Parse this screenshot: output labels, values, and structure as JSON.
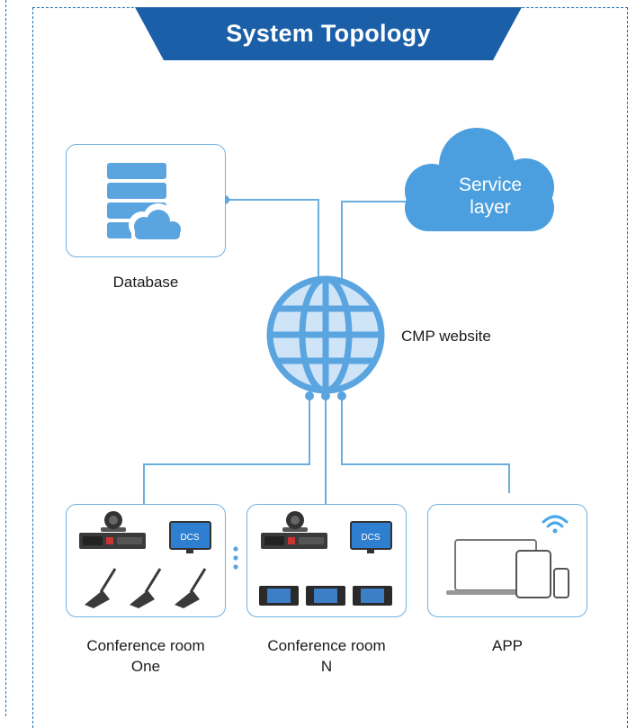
{
  "header": {
    "title": "System Topology"
  },
  "nodes": {
    "database": {
      "label": "Database"
    },
    "service_layer": {
      "label_line1": "Service",
      "label_line2": "layer"
    },
    "cmp": {
      "label": "CMP website"
    },
    "room_one": {
      "line1": "Conference room",
      "line2": "One",
      "display_text": "DCS"
    },
    "room_n": {
      "line1": "Conference room",
      "line2": "N",
      "display_text": "DCS"
    },
    "app": {
      "label": "APP"
    }
  },
  "colors": {
    "banner": "#1a5fa8",
    "line": "#6aaee0",
    "globe": "#5aa4e0",
    "cloud": "#4c9fde",
    "panel_border": "#6fb1e0"
  }
}
